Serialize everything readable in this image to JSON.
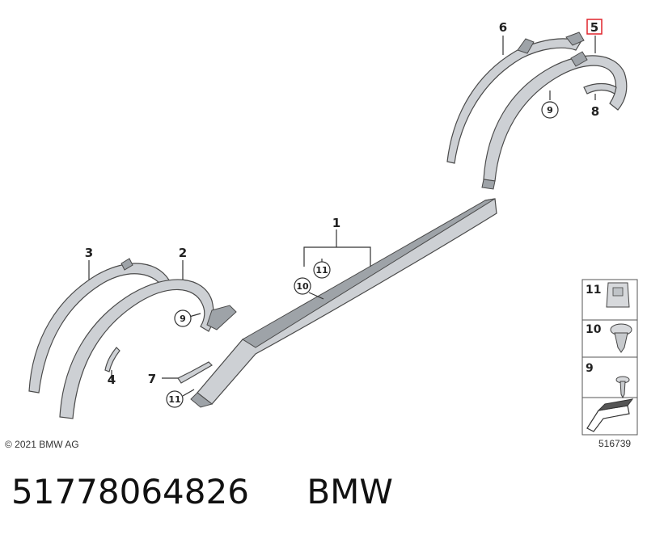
{
  "diagram": {
    "callouts": {
      "c1": "1",
      "c2": "2",
      "c3": "3",
      "c4": "4",
      "c5": "5",
      "c6": "6",
      "c7": "7",
      "c8": "8",
      "c9a": "9",
      "c9b": "9",
      "c10": "10",
      "c11a": "11",
      "c11b": "11"
    },
    "copyright": "© 2021 BMW AG",
    "diagram_number": "516739",
    "legend": [
      {
        "number": "11",
        "icon": "clip-nut-icon"
      },
      {
        "number": "10",
        "icon": "expansion-rivet-icon"
      },
      {
        "number": "9",
        "icon": "screw-icon"
      }
    ],
    "highlight_color": "#e0242b"
  },
  "footer": {
    "part_number": "51778064826",
    "brand": "BMW"
  }
}
